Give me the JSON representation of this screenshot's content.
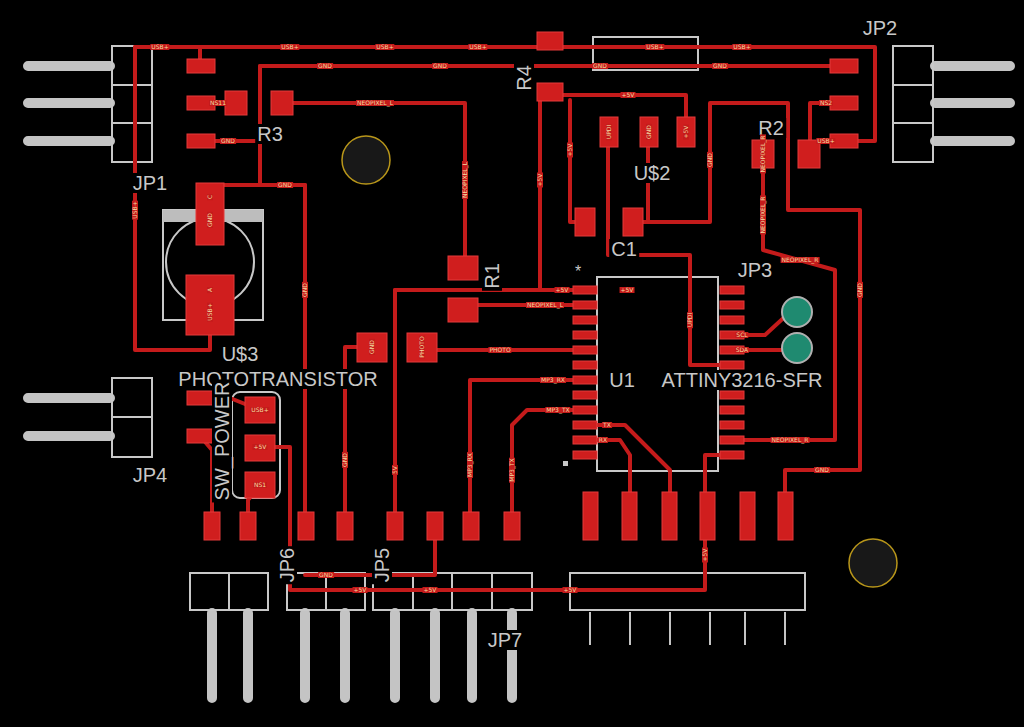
{
  "diagram": {
    "labels": [
      "JP2",
      "JP1",
      "R3",
      "R4",
      "U$2",
      "C1",
      "JP3",
      "R1",
      "R2",
      "U$3",
      "PHOTOTRANSISTOR",
      "U1",
      "ATTINY3216-SFR",
      "SW_POWER",
      "JP4",
      "JP6",
      "JP5",
      "JP7",
      "*",
      "USB+",
      "USB+",
      "USB+",
      "USB+",
      "USB+",
      "USB+",
      "GND",
      "GND",
      "GND",
      "GND",
      "NS11",
      "NEOPIXEL_L",
      "GND",
      "USB+",
      "NEOPIXEL_L",
      "+5V",
      "UPDI",
      "GND",
      "+5V",
      "NS2",
      "USB+",
      "NEOPIXEL_R",
      "NEOPIXEL_R",
      "GND",
      "SCL",
      "SDA",
      "NEOPIXEL_R",
      "GND",
      "UPDI",
      "+5V",
      "+5V",
      "NEOPIXEL_L",
      "PHOTO",
      "MP3_RX",
      "MP3_TX",
      "TX",
      "RX",
      "GND",
      "5V",
      "GND",
      "MP3_RX",
      "MP3_TX",
      "+5V",
      "+5V",
      "+5V",
      "C",
      "GND",
      "A",
      "USB+",
      "GND",
      "PHOTO",
      "USB+",
      "+5V",
      "NS1",
      "+5V",
      "+5V",
      "GND",
      "GND",
      "+5V",
      "GND",
      "NEOPIXEL_R"
    ]
  }
}
